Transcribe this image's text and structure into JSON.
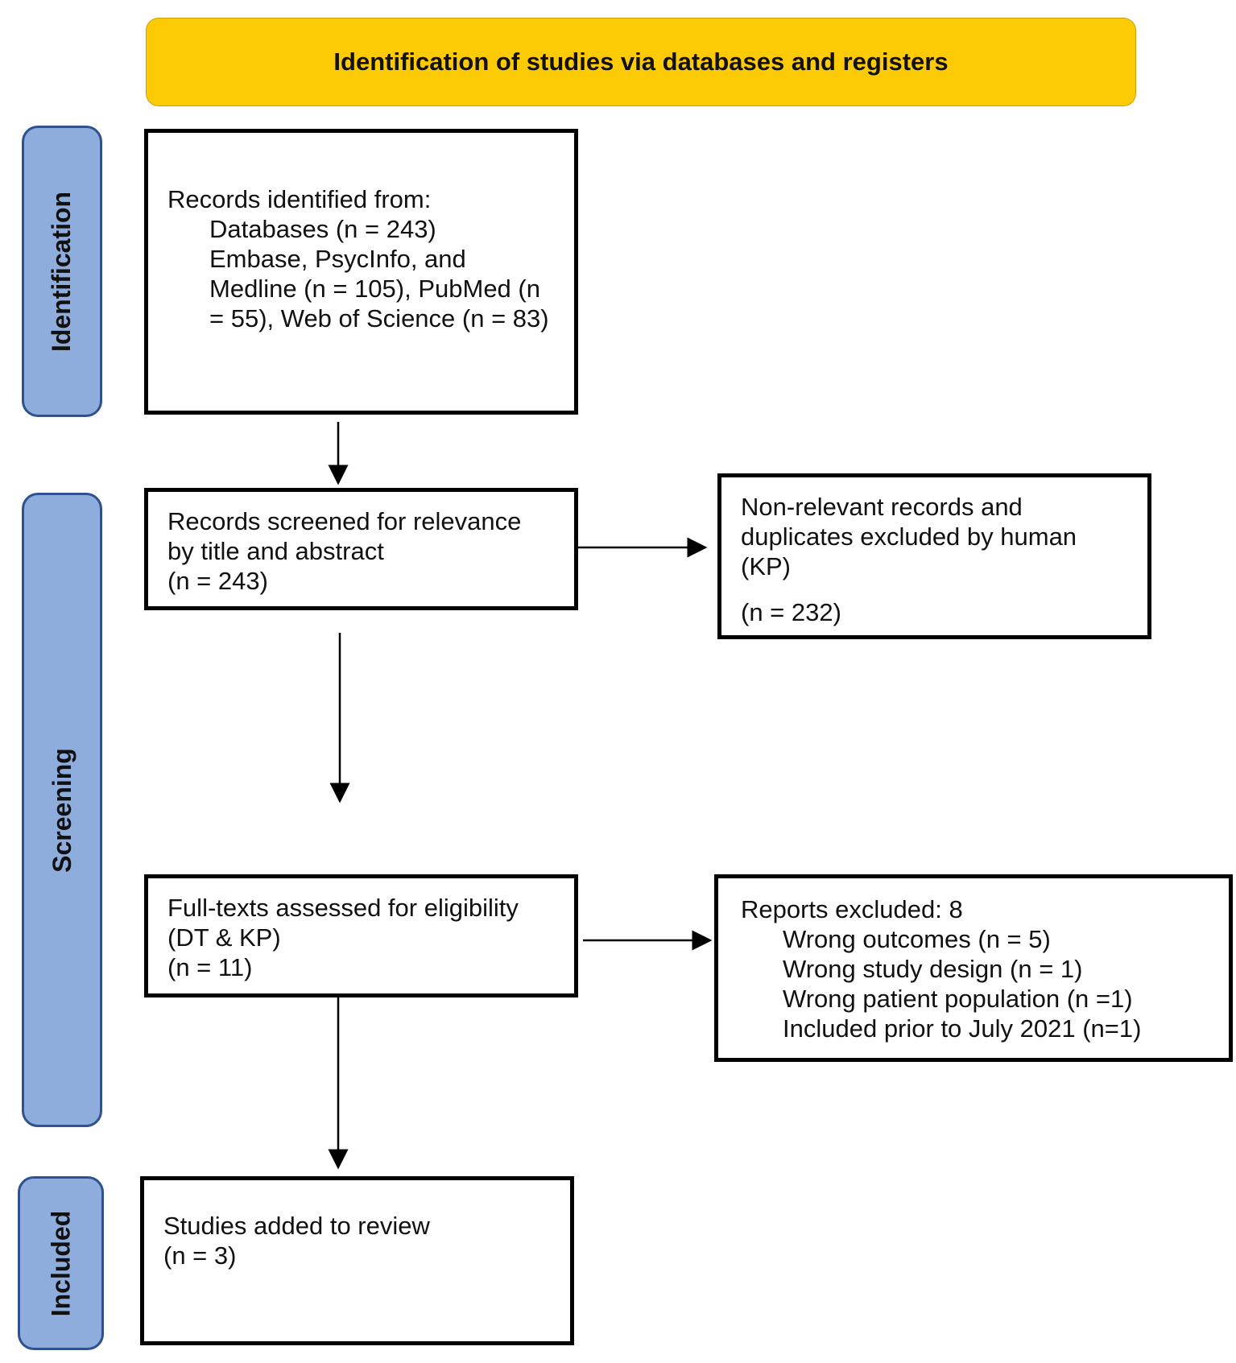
{
  "header": {
    "title": "Identification of studies via databases and registers",
    "color": "#fdcb06"
  },
  "phases": {
    "identification": "Identification",
    "screening": "Screening",
    "included": "Included",
    "color": "#8eacdc"
  },
  "boxes": {
    "records_identified": {
      "heading": "Records identified from:",
      "databases": "Databases (n = 243)",
      "sources": "Embase, PsycInfo, and Medline (n = 105), PubMed (n = 55), Web of Science (n = 83)"
    },
    "records_screened": {
      "line1": "Records screened for relevance",
      "line2": "by title and abstract",
      "count": "(n = 243)"
    },
    "excluded_nonrelevant": {
      "line1": "Non-relevant records and",
      "line2": "duplicates excluded by human",
      "line3": "(KP)",
      "count": "(n = 232)"
    },
    "full_texts": {
      "line1": "Full-texts assessed for eligibility",
      "line2": "(DT & KP)",
      "count": "(n = 11)"
    },
    "reports_excluded": {
      "heading": "Reports excluded: 8",
      "reasons": [
        "Wrong outcomes (n = 5)",
        "Wrong study design (n = 1)",
        "Wrong patient population (n =1)",
        "Included prior to July 2021 (n=1)"
      ]
    },
    "studies_added": {
      "line1": "Studies added to review",
      "count": "(n = 3)"
    }
  }
}
